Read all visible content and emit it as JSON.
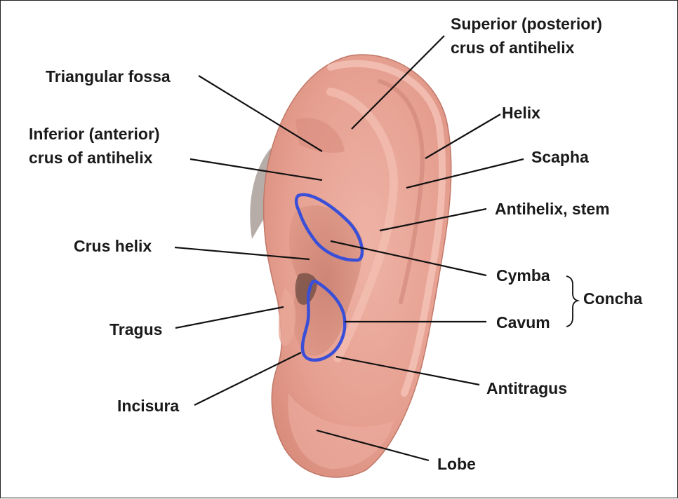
{
  "labels": {
    "superior_crus": {
      "line1": "Superior (posterior)",
      "line2": "crus of antihelix"
    },
    "triangular_fossa": "Triangular fossa",
    "helix": "Helix",
    "inferior_crus": {
      "line1": "Inferior (anterior)",
      "line2": "crus of antihelix"
    },
    "scapha": "Scapha",
    "antihelix_stem": "Antihelix, stem",
    "crus_helix": "Crus helix",
    "cymba": "Cymba",
    "concha": "Concha",
    "cavum": "Cavum",
    "tragus": "Tragus",
    "antitragus": "Antitragus",
    "incisura": "Incisura",
    "lobe": "Lobe"
  },
  "colors": {
    "outline_highlight": "#3a4fd8",
    "skin": "#e9a79b",
    "leader_line": "#111111"
  }
}
